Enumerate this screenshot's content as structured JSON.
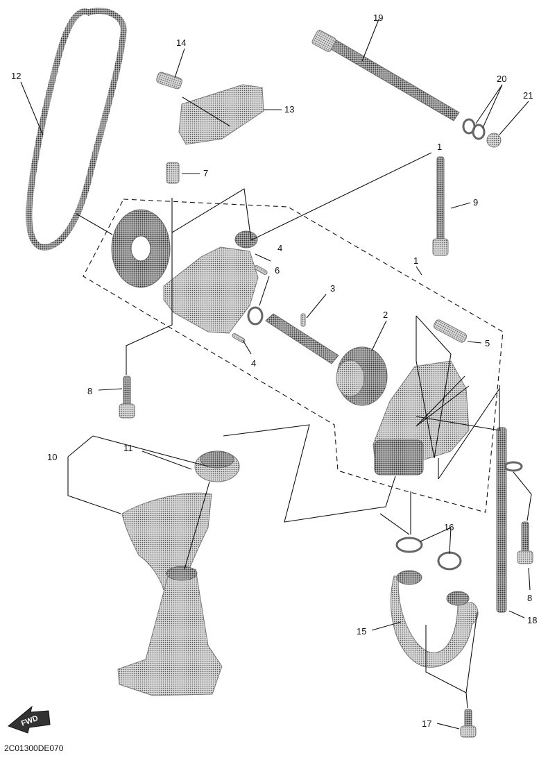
{
  "diagram_code": "2C01300DE070",
  "fwd_label": "FWD",
  "callouts": {
    "c1a": "1",
    "c1b": "1",
    "c2": "2",
    "c3": "3",
    "c4a": "4",
    "c4b": "4",
    "c5": "5",
    "c6": "6",
    "c7": "7",
    "c8a": "8",
    "c8b": "8",
    "c9": "9",
    "c10": "10",
    "c11": "11",
    "c12": "12",
    "c13": "13",
    "c14": "14",
    "c15": "15",
    "c16": "16",
    "c17": "17",
    "c18": "18",
    "c19": "19",
    "c20": "20",
    "c21": "21"
  }
}
